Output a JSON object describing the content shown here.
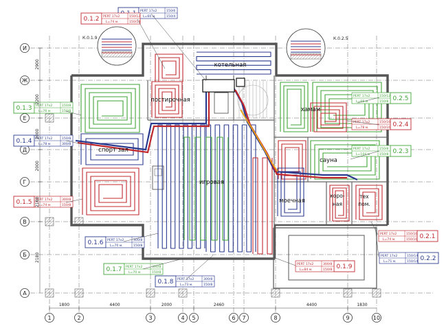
{
  "axes_rows": [
    "И",
    "Ж",
    "Е",
    "Д",
    "Г",
    "В",
    "Б",
    "А"
  ],
  "axes_cols": [
    "1",
    "2",
    "3",
    "4",
    "5",
    "6",
    "7",
    "8",
    "9",
    "10"
  ],
  "left_dims": [
    "2900",
    "2200",
    "2000",
    "2000",
    "2160",
    "2180"
  ],
  "bottom_dims": [
    "1800",
    "4400",
    "2000",
    "2460",
    "4400",
    "1830"
  ],
  "detail_callouts": [
    "К.0.1.9",
    "К.0.2.5"
  ],
  "rooms": {
    "boiler": "котельная",
    "laundry": "постирочная",
    "sport": "спорт зал",
    "hamam": "хамам",
    "sauna": "сауна",
    "playroom": "игровая",
    "wash": "моечная",
    "corridor_a": "коро-",
    "corridor_b": "ная",
    "tech_a": "тех",
    "tech_b": "пом."
  },
  "circuits": [
    {
      "id": "0.1.1",
      "color": "#2a3a8f",
      "label": "PERT 17x2",
      "size": "150/6",
      "len": "L=60 м.",
      "sz2": "150/4"
    },
    {
      "id": "0.1.2",
      "color": "#c0282e",
      "label": "PERT 17x2",
      "size": "150/12",
      "len": "L=74 м.",
      "sz2": "150/14"
    },
    {
      "id": "0.1.3",
      "color": "#3fa535",
      "label": "PERT 17x2",
      "size": "150/8",
      "len": "L=76 м.",
      "sz2": "150/8"
    },
    {
      "id": "0.1.4",
      "color": "#2a3a8f",
      "label": "PERT 17x2",
      "size": "150/8",
      "len": "L=78 м.",
      "sz2": "300/8"
    },
    {
      "id": "0.1.5",
      "color": "#c0282e",
      "label": "PERT 17x2",
      "size": "300/8",
      "len": "L=74 м.",
      "sz2": "150/8"
    },
    {
      "id": "0.1.6",
      "color": "#2a3a8f",
      "label": "PERT 17x2",
      "size": "300/8",
      "len": "L=70 м.",
      "sz2": "150/8"
    },
    {
      "id": "0.1.7",
      "color": "#3fa535",
      "label": "PERT 17x2",
      "size": "300/8",
      "len": "L=70 м.",
      "sz2": "150/8"
    },
    {
      "id": "0.1.8",
      "color": "#2a3a8f",
      "label": "PERT 17x2",
      "size": "300/8",
      "len": "L=73 м.",
      "sz2": "150/8"
    },
    {
      "id": "0.1.9",
      "color": "#c0282e",
      "label": "PERT 17x2",
      "size": "300/8",
      "len": "L=84 м.",
      "sz2": "150/8"
    },
    {
      "id": "0.2.1",
      "color": "#c0282e",
      "label": "PERT 17x2",
      "size": "150/16",
      "len": "L=74 м.",
      "sz2": "150/16"
    },
    {
      "id": "0.2.2",
      "color": "#2a3a8f",
      "label": "PERT 17x2",
      "size": "150/14",
      "len": "L=71 м.",
      "sz2": "150/14"
    },
    {
      "id": "0.2.3",
      "color": "#3fa535",
      "label": "PERT 17x2",
      "size": "150/8",
      "len": "L=104 м.",
      "sz2": "150/8"
    },
    {
      "id": "0.2.4",
      "color": "#c0282e",
      "label": "PERT 17x2",
      "size": "150/16",
      "len": "L=78 м.",
      "sz2": "150/16"
    },
    {
      "id": "0.2.5",
      "color": "#3fa535",
      "label": "PERT 17x2",
      "size": "150/12",
      "len": "L=66 м.",
      "sz2": "150/8"
    }
  ]
}
